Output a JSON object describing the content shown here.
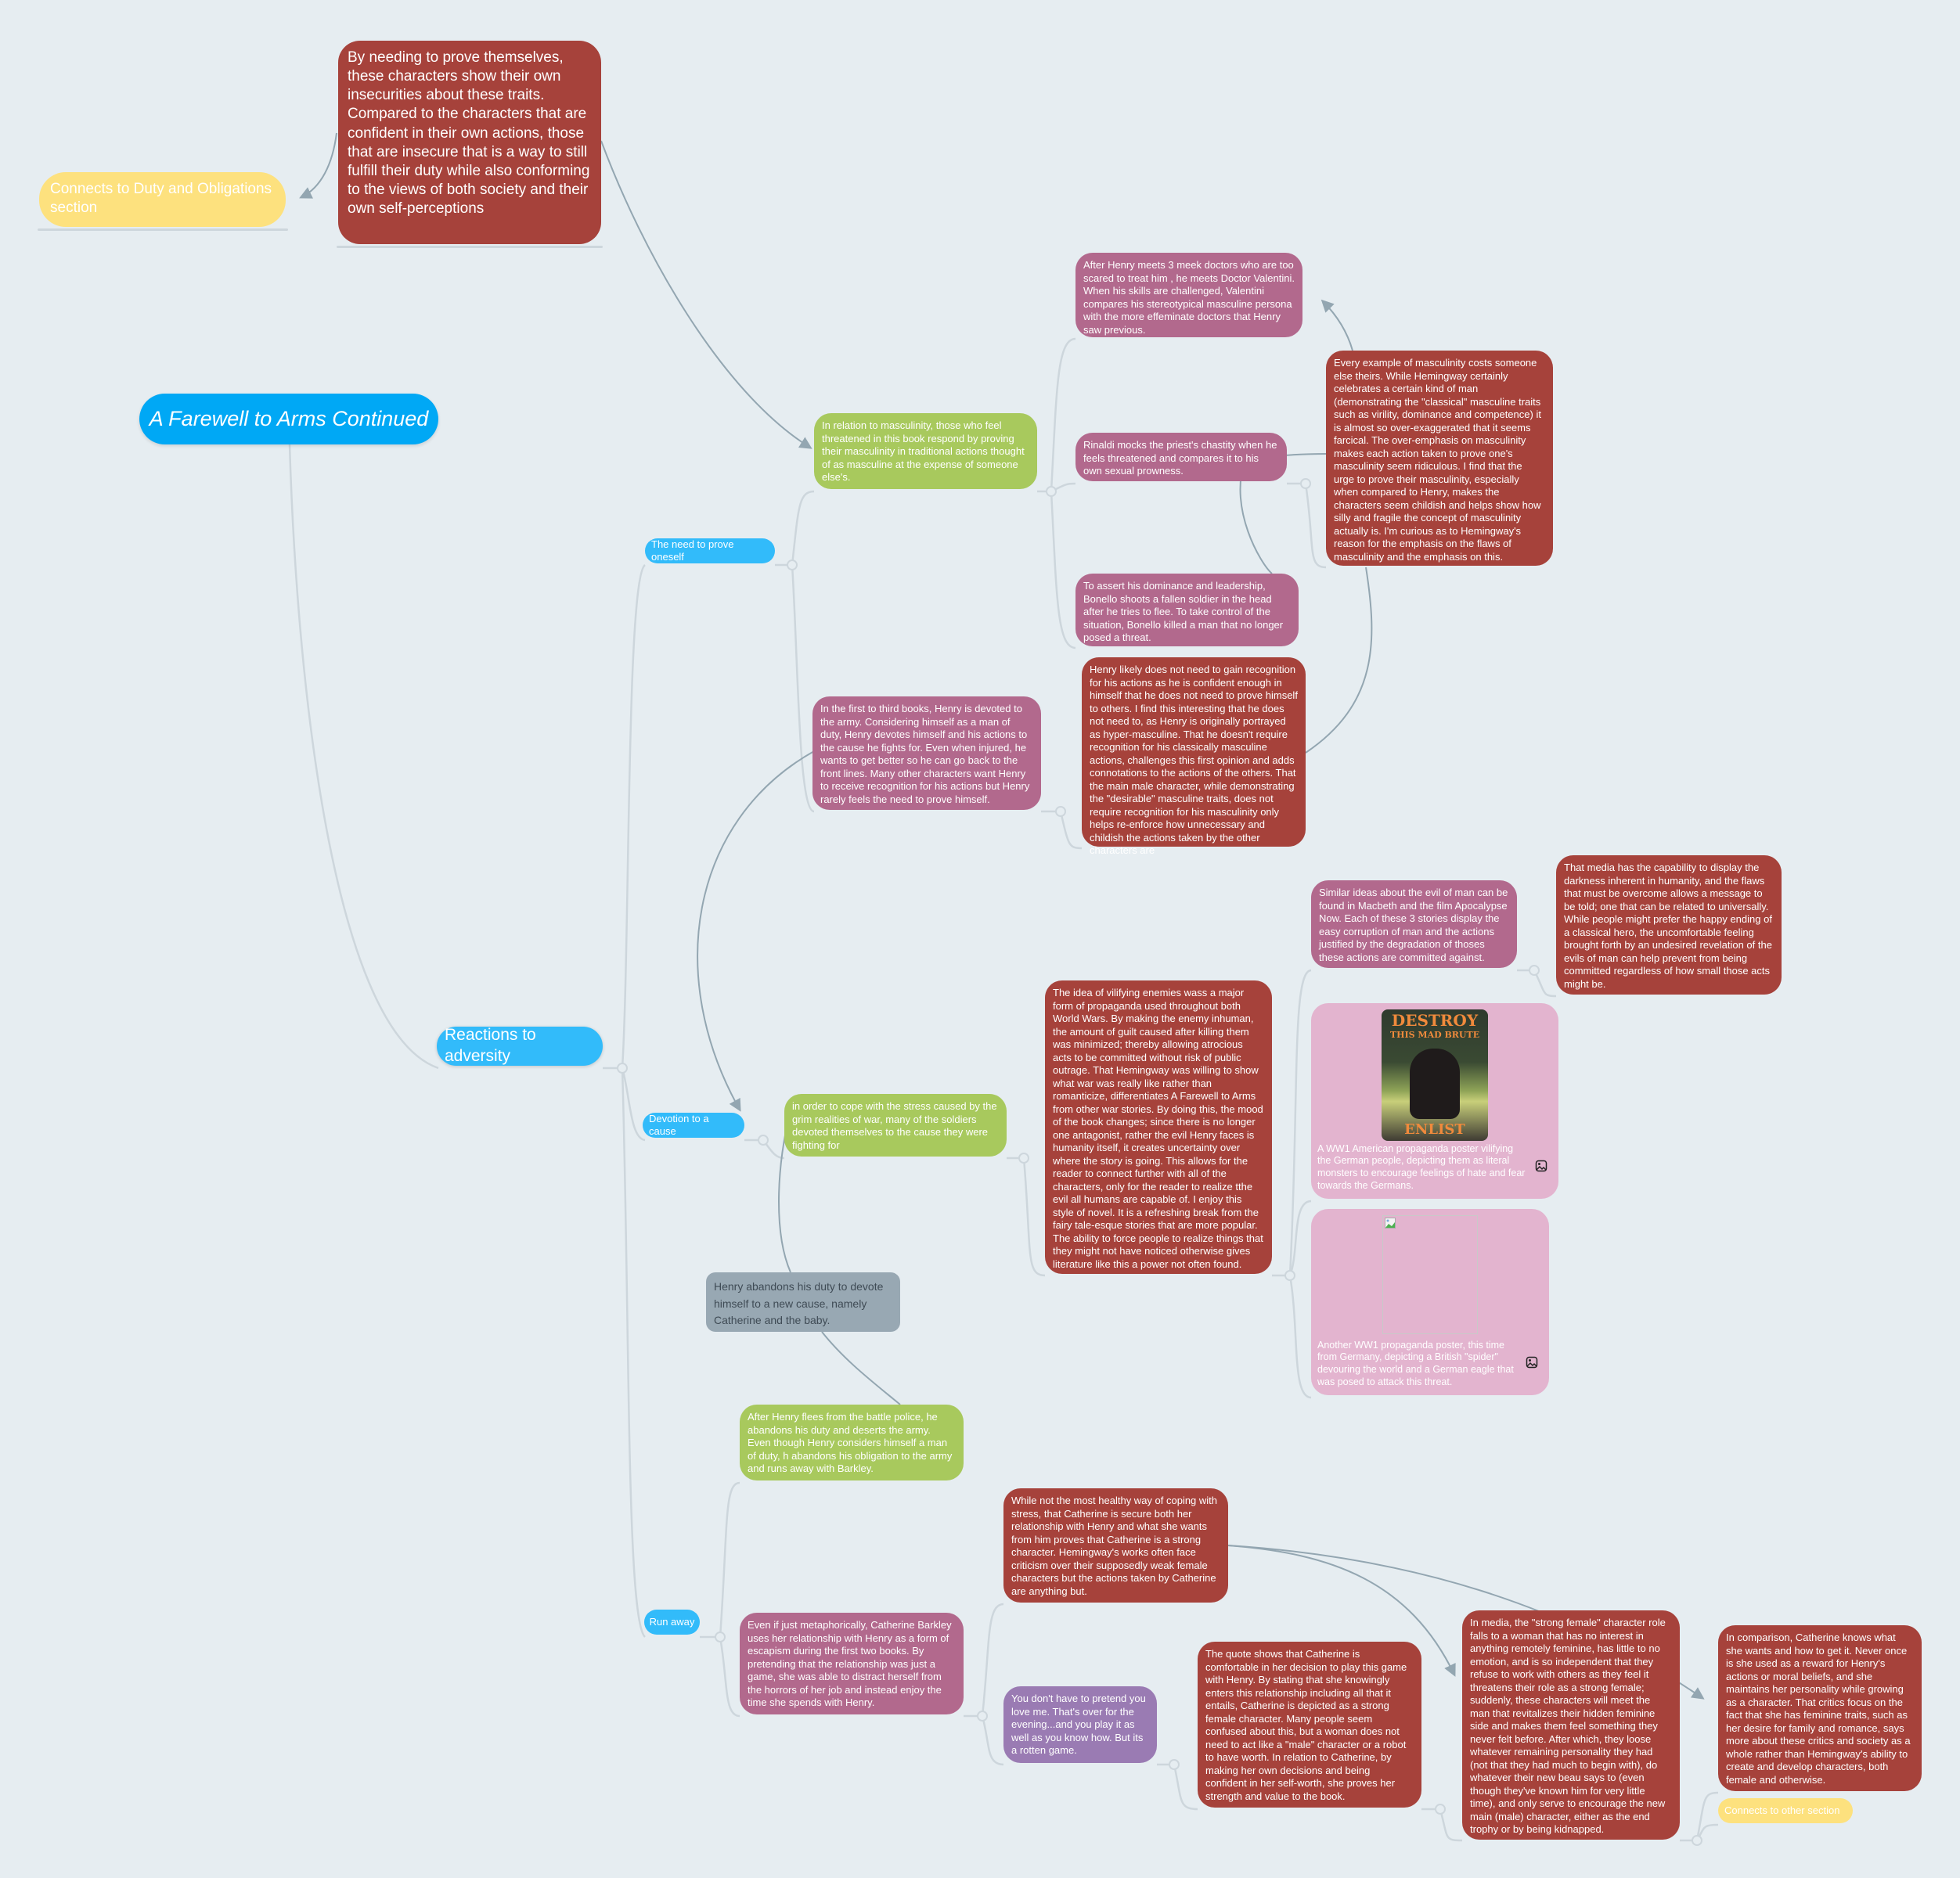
{
  "map": {
    "root": {
      "label": "A Farewell to Arms Continued",
      "color": "#00a8f5"
    },
    "floating": {
      "connects_duty": "Connects to Duty and Obligations section",
      "insecurity_note": "By needing to prove themselves, these characters show their own insecurities about these traits. Compared to the characters that are confident in their own actions, those that are insecure that is a way to still fulfill their duty while also conforming to the views of both society and their own self-perceptions"
    },
    "reactions": {
      "label": "Reactions to adversity",
      "prove_oneself": {
        "label": "The need to prove oneself",
        "masculinity": "In relation to masculinity, those who feel threatened in this book respond by proving their masculinity in traditional actions thought of as masculine at the expense of someone else's.",
        "valentini": "After Henry meets 3 meek doctors who are too scared to treat him , he meets Doctor Valentini. When his skills are challenged, Valentini compares his stereotypical masculine persona with the more effeminate doctors that Henry saw previous.",
        "rinaldi": "Rinaldi mocks the priest's chastity when he feels threatened and compares it to his own sexual prowness.",
        "bonello": "To assert his dominance and leadership, Bonello shoots a fallen soldier in the head after he tries to flee. To take control of the situation, Bonello killed a man that no longer posed a threat.",
        "every_example": "Every example of masculinity costs someone else theirs. While Hemingway certainly celebrates a certain kind of man (demonstrating the \"classical\" masculine traits such as virility, dominance and competence) it is almost so over-exaggerated that it seems farcical. The over-emphasis on masculinity makes each action taken to prove one's masculinity seem ridiculous. I find that the urge to prove their masculinity, especially when compared to Henry, makes the characters seem childish and helps show how silly and fragile the concept of masculinity actually is. I'm curious as to Hemingway's reason for the emphasis on the flaws of masculinity and the emphasis on this.",
        "first_books": "In the first to third books, Henry is devoted to the army. Considering himself as a man of duty, Henry devotes himself and his actions to the cause he fights for. Even when injured, he wants to get better so he can go back to the front lines. Many other characters want Henry to receive recognition for his actions but Henry rarely feels the need to prove himself.",
        "henry_likely": "Henry likely does not need to gain recognition for his actions as he is confident enough in himself that he does not need to prove himself to others. I find this interesting that he does not need to, as Henry is originally portrayed as hyper-masculine. That he doesn't require recognition for his classically masculine actions, challenges this first opinion and adds connotations to the actions of the others. That the main male character, while demonstrating the \"desirable\" masculine traits, does not require recognition for his masculinity only helps re-enforce how unnecessary and childish the actions taken by the other characters are"
      },
      "devotion": {
        "label": "Devotion to a cause",
        "cope": "in order to cope with the stress caused by the grim realities of war, many of the soldiers devoted themselves to the cause they were fighting for",
        "propaganda": "The idea of vilifying enemies wass a major form of propaganda used throughout both World Wars. By making the enemy inhuman, the amount of guilt caused after killing them was minimized; thereby allowing atrocious acts to be committed without risk of public outrage. That Hemingway was willing to show what war was really like rather than romanticize, differentiates A Farewell to Arms from other war stories. By doing this, the mood of the book changes; since there is no longer one antagonist, rather the evil Henry faces is humanity itself, it creates uncertainty over where the story is going. This allows for the reader to connect further with all of the characters, only for the reader to realize tthe evil all humans are capable of. I enjoy this style of novel. It is a refreshing break from the fairy tale-esque stories that are more popular. The ability to force people to realize things that they might not have noticed otherwise gives literature like this a power not often found.",
        "similar_ideas": "Similar ideas about the evil of man can be found in Macbeth and the film Apocalypse Now. Each of these 3 stories display the easy corruption of man and the actions justified by the degradation of thoses these actions are committed against.",
        "media_capability": "That media has the capability to display the darkness inherent in humanity, and the flaws that must be overcome allows a message to be told; one that can be related to universally. While people might prefer the happy ending of a classical hero, the uncomfortable feeling brought forth by an undesired revelation of the evils of man can help prevent from being committed regardless of how small those acts might be.",
        "poster1": {
          "title": "DESTROY",
          "subtitle": "THIS MAD BRUTE",
          "footer": "ENLIST",
          "caption": "A WW1 American propaganda poster vilifying the German people, depicting them as literal monsters to encourage feelings of hate and fear towards the Germans."
        },
        "poster2": {
          "caption": "Another WW1 propaganda poster, this time from Germany, depicting a British \"spider\" devouring the world and a German eagle that was posed to attack this threat."
        },
        "abandons": "Henry abandons his duty to devote himself to a new cause, namely Catherine and the baby."
      },
      "run_away": {
        "label": "Run away",
        "flees": "After Henry flees from the battle police, he abandons his duty and deserts the army. Even though Henry considers himself a man of duty, h abandons his obligation to the army and runs away with Barkley.",
        "escapism": "Even if just metaphorically, Catherine Barkley uses her relationship with Henry as a form of escapism during the first two books. By pretending that the relationship was just a game, she was able to distract herself from the horrors of her job and instead enjoy the time she spends with Henry.",
        "healthy": "While not the most healthy way of coping with stress, that Catherine is secure both her relationship with Henry and what she wants from him proves that Catherine is a strong character. Hemingway's works often face criticism over their supposedly weak female characters but the actions taken by Catherine are anything but.",
        "quote": "You don't have to pretend you love me. That's over for the evening...and you play it as well as you know how. But its a rotten game.",
        "quote_shows": "The quote shows that Catherine is comfortable in her decision to play this game with Henry. By stating that she knowingly enters this relationship including all that it entails, Catherine is depicted as a strong female character. Many people seem confused about this, but a woman does not need to act like a \"male\" character or a robot to have worth. In relation to Catherine, by making her own decisions and being confident in her self-worth, she proves her strength and value to the book.",
        "in_media": "In media, the \"strong female\" character role falls to a woman that has no interest in anything remotely feminine, has little to no emotion, and is so independent that they refuse to work with others as they feel it threatens their role as a strong female; suddenly, these characters will meet the man that revitalizes their hidden feminine side and makes them feel something they never felt before. After which, they loose whatever remaining personality they had (not that they had much to begin with), do whatever their new beau says to (even though they've known him for very little time), and only serve to encourage the new main (male) character, either as the end trophy or by being kidnapped.",
        "comparison": "In comparison, Catherine knows what she wants and how to get it. Never once is she used as a reward for Henry's actions or moral beliefs, and she maintains her personality while growing as a character. That critics focus on the fact that she has feminine traits, such as her desire for family and romance, says more about these critics and society as a whole rather than Hemingway's ability to create and develop characters, both female and otherwise.",
        "connects_other": "Connects to  other section"
      }
    }
  },
  "colors": {
    "background": "#e6edf1",
    "red": "#a6423b",
    "pink": "#b2698d",
    "green": "#a8c95d",
    "blue": "#32bbfa",
    "root_blue": "#00a8f5",
    "yellow": "#fde17e",
    "grey": "#98a8b3",
    "purple": "#9a7bb3",
    "light_pink": "#e3b4cf",
    "tree_line": "#cdd6dc",
    "relation_line": "#93a6b1"
  }
}
